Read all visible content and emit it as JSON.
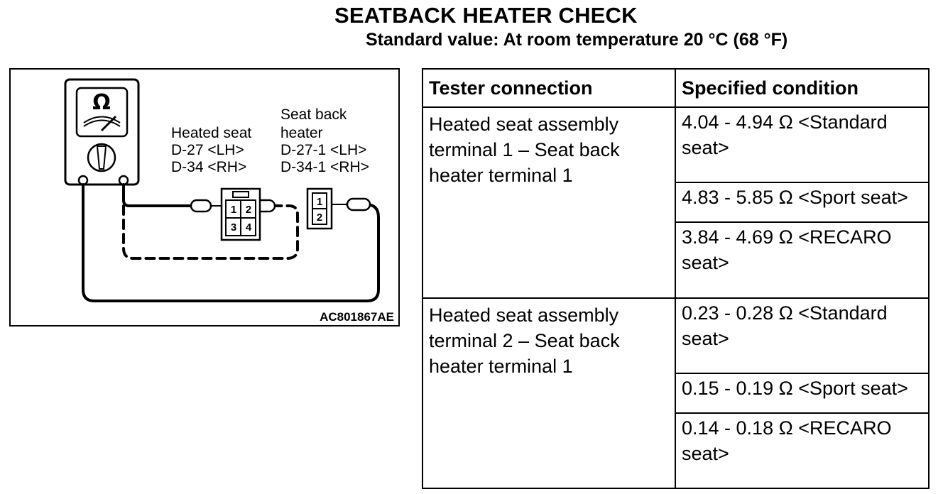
{
  "page": {
    "title": "SEATBACK HEATER CHECK",
    "subtitle": "Standard value: At room temperature 20 °C (68 °F)"
  },
  "figure": {
    "meter_symbol": "Ω",
    "heated_seat_label": [
      "Heated seat",
      "D-27 <LH>",
      "D-34 <RH>"
    ],
    "seat_back_heater_label": [
      "Seat back",
      "heater",
      "D-27-1 <LH>",
      "D-34-1 <RH>"
    ],
    "connector_a_pins": [
      "1",
      "2",
      "3",
      "4"
    ],
    "connector_b_pins": [
      "1",
      "2"
    ],
    "figure_code": "AC801867AE"
  },
  "table": {
    "headers": [
      "Tester connection",
      "Specified condition"
    ],
    "groups": [
      {
        "connection": "Heated seat assembly terminal 1 – Seat back heater terminal 1",
        "conditions": [
          "4.04 - 4.94 Ω <Standard seat>",
          "4.83 - 5.85 Ω <Sport seat>",
          "3.84 - 4.69 Ω <RECARO seat>"
        ]
      },
      {
        "connection": "Heated seat assembly terminal 2 – Seat back heater terminal 1",
        "conditions": [
          "0.23 - 0.28 Ω <Standard seat>",
          "0.15 - 0.19 Ω <Sport seat>",
          "0.14 - 0.18 Ω <RECARO seat>"
        ]
      }
    ]
  }
}
